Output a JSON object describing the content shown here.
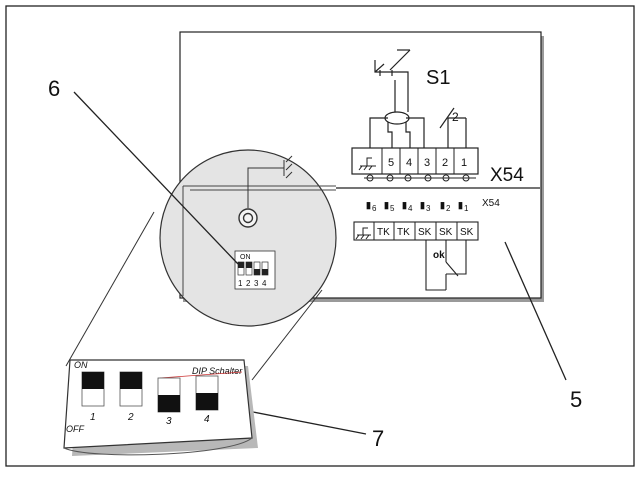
{
  "callouts": {
    "c6": "6",
    "c5": "5",
    "c7": "7"
  },
  "switch": {
    "label": "S1",
    "wire_label": "2"
  },
  "upper_terminal": {
    "block_label": "X54",
    "terminals": [
      "5",
      "4",
      "3",
      "2",
      "1"
    ]
  },
  "lower_terminal": {
    "block_label": "X54",
    "pins": [
      {
        "glyph": "▮",
        "sub": "6"
      },
      {
        "glyph": "▮",
        "sub": "5"
      },
      {
        "glyph": "▮",
        "sub": "4"
      },
      {
        "glyph": "▮",
        "sub": "3"
      },
      {
        "glyph": "▮",
        "sub": "2"
      },
      {
        "glyph": "▮",
        "sub": "1"
      }
    ],
    "functions": [
      "TK",
      "TK",
      "SK",
      "SK",
      "SK"
    ],
    "ok_label": "ok"
  },
  "dip_small": {
    "on_label": "ON",
    "numbers": [
      "1",
      "2",
      "3",
      "4"
    ]
  },
  "dip_large": {
    "on_label": "ON",
    "off_label": "OFF",
    "title": "DIP Schalter",
    "numbers": [
      "1",
      "2",
      "3",
      "4"
    ],
    "states": [
      "on",
      "on",
      "off",
      "off"
    ]
  },
  "colors": {
    "line": "#222222",
    "circle_fill": "#e6e6e6",
    "panel_shadow": "#9a9a9a"
  }
}
